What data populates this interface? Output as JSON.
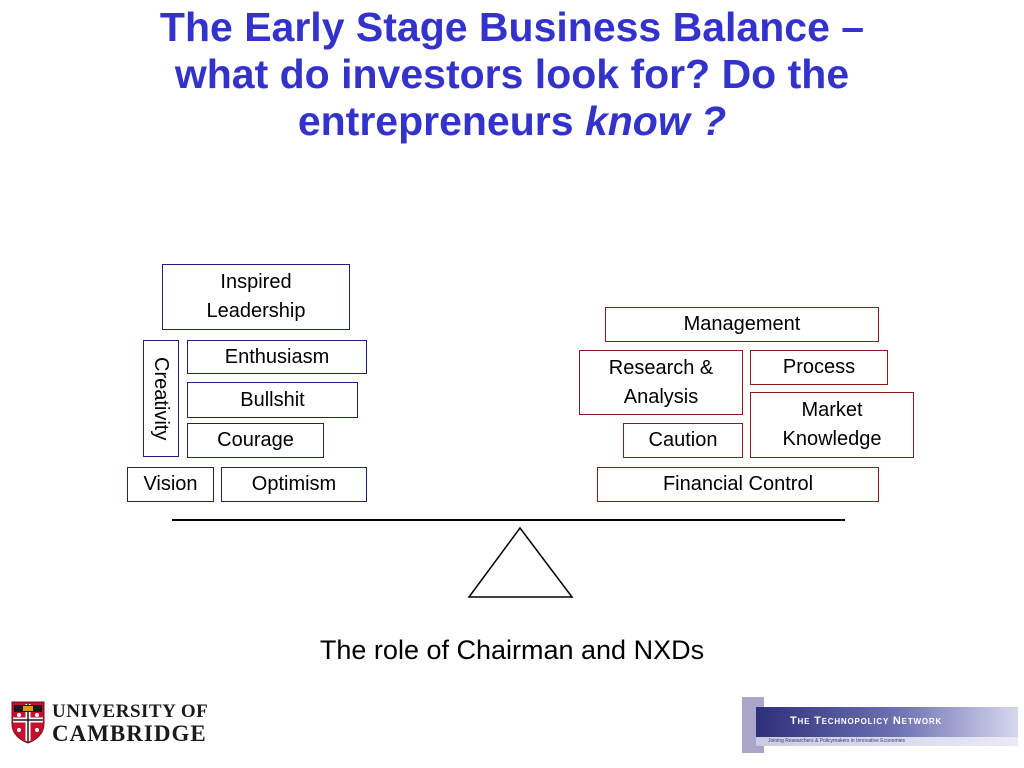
{
  "title": {
    "line1": "The Early Stage Business Balance –",
    "line2": "what do investors look for? Do the",
    "line3_main": "entrepreneurs ",
    "line3_emph": "know ?"
  },
  "left_side": {
    "inspired_leadership": {
      "line1": "Inspired",
      "line2": "Leadership"
    },
    "enthusiasm": "Enthusiasm",
    "bullshit": "Bullshit",
    "courage": "Courage",
    "creativity": "Creativity",
    "vision": "Vision",
    "optimism": "Optimism"
  },
  "right_side": {
    "management": "Management",
    "research_analysis": {
      "line1": "Research &",
      "line2": "Analysis"
    },
    "process": "Process",
    "market_knowledge": {
      "line1": "Market",
      "line2": "Knowledge"
    },
    "caution": "Caution",
    "financial_control": "Financial Control"
  },
  "caption": "The role of Chairman and NXDs",
  "logos": {
    "cambridge_line1": "UNIVERSITY OF",
    "cambridge_line2": "CAMBRIDGE",
    "network_title": "The Technopolicy Network",
    "network_tagline": "Joining Researchers & Policymakers in Innovative Economies"
  },
  "colors": {
    "title": "#3333cc",
    "left_border": "#1f1f7a",
    "right_border": "#8b1a1a"
  }
}
